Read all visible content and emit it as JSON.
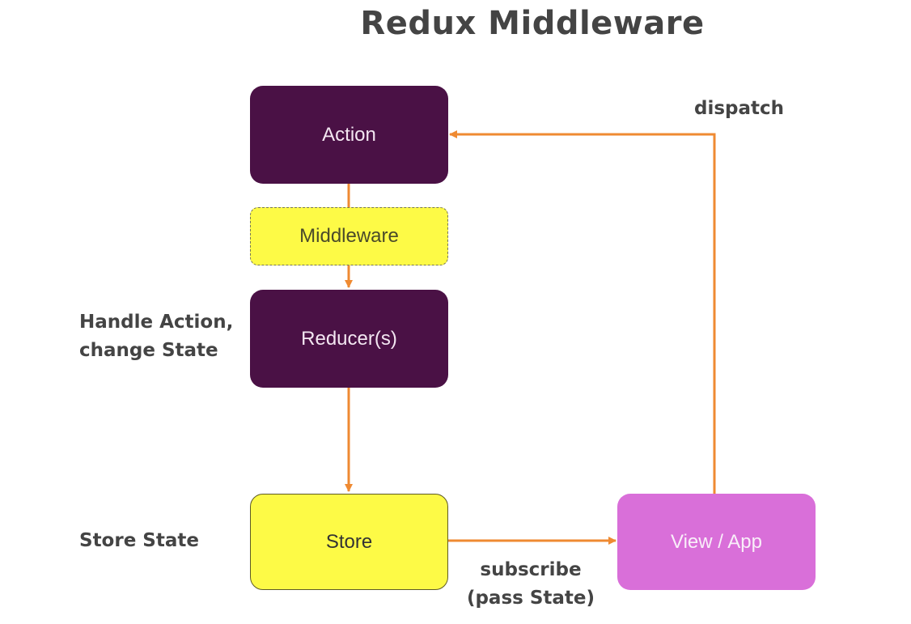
{
  "title": "Redux Middleware",
  "nodes": {
    "action": "Action",
    "middleware": "Middleware",
    "reducer": "Reducer(s)",
    "store": "Store",
    "view": "View / App"
  },
  "labels": {
    "dispatch": "dispatch",
    "handle_line1": "Handle Action,",
    "handle_line2": "change State",
    "store_state": "Store State",
    "subscribe_line1": "subscribe",
    "subscribe_line2": "(pass State)"
  },
  "colors": {
    "arrow": "#ef8a32",
    "dark_box": "#4a1145",
    "yellow_box": "#fdfa46",
    "view_box": "#d96fd9"
  }
}
